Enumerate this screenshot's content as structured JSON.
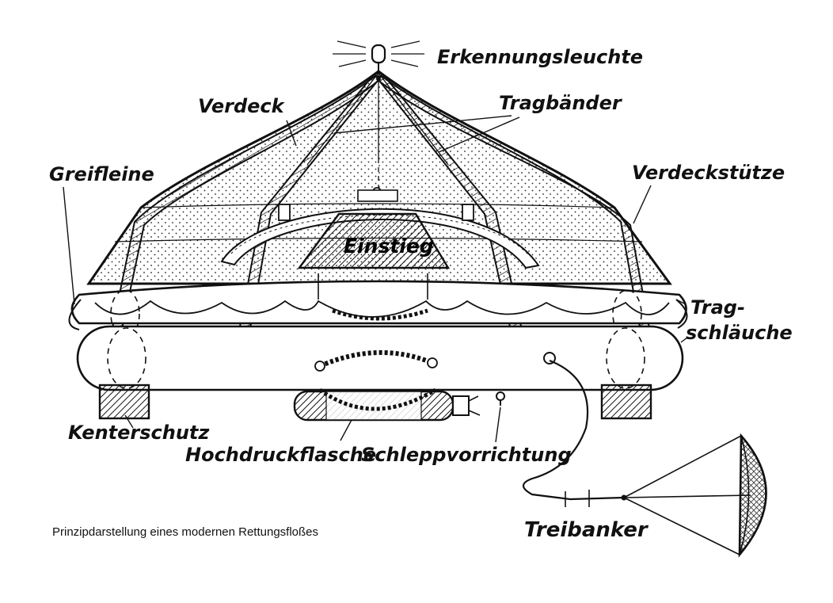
{
  "labels": {
    "erkennungsleuchte": "Erkennungsleuchte",
    "verdeck": "Verdeck",
    "tragbaender": "Tragbänder",
    "greifleine": "Greifleine",
    "verdeckstuetze": "Verdeckstütze",
    "einstieg": "Einstieg",
    "trag_line1": "Trag-",
    "trag_line2": "schläuche",
    "kenterschutz": "Kenterschutz",
    "hochdruckflasche": "Hochdruckflasche",
    "schleppvorrichtung": "Schleppvorrichtung",
    "treibanker": "Treibanker"
  },
  "caption": "Prinzipdarstellung eines modernen Rettungsfloßes"
}
